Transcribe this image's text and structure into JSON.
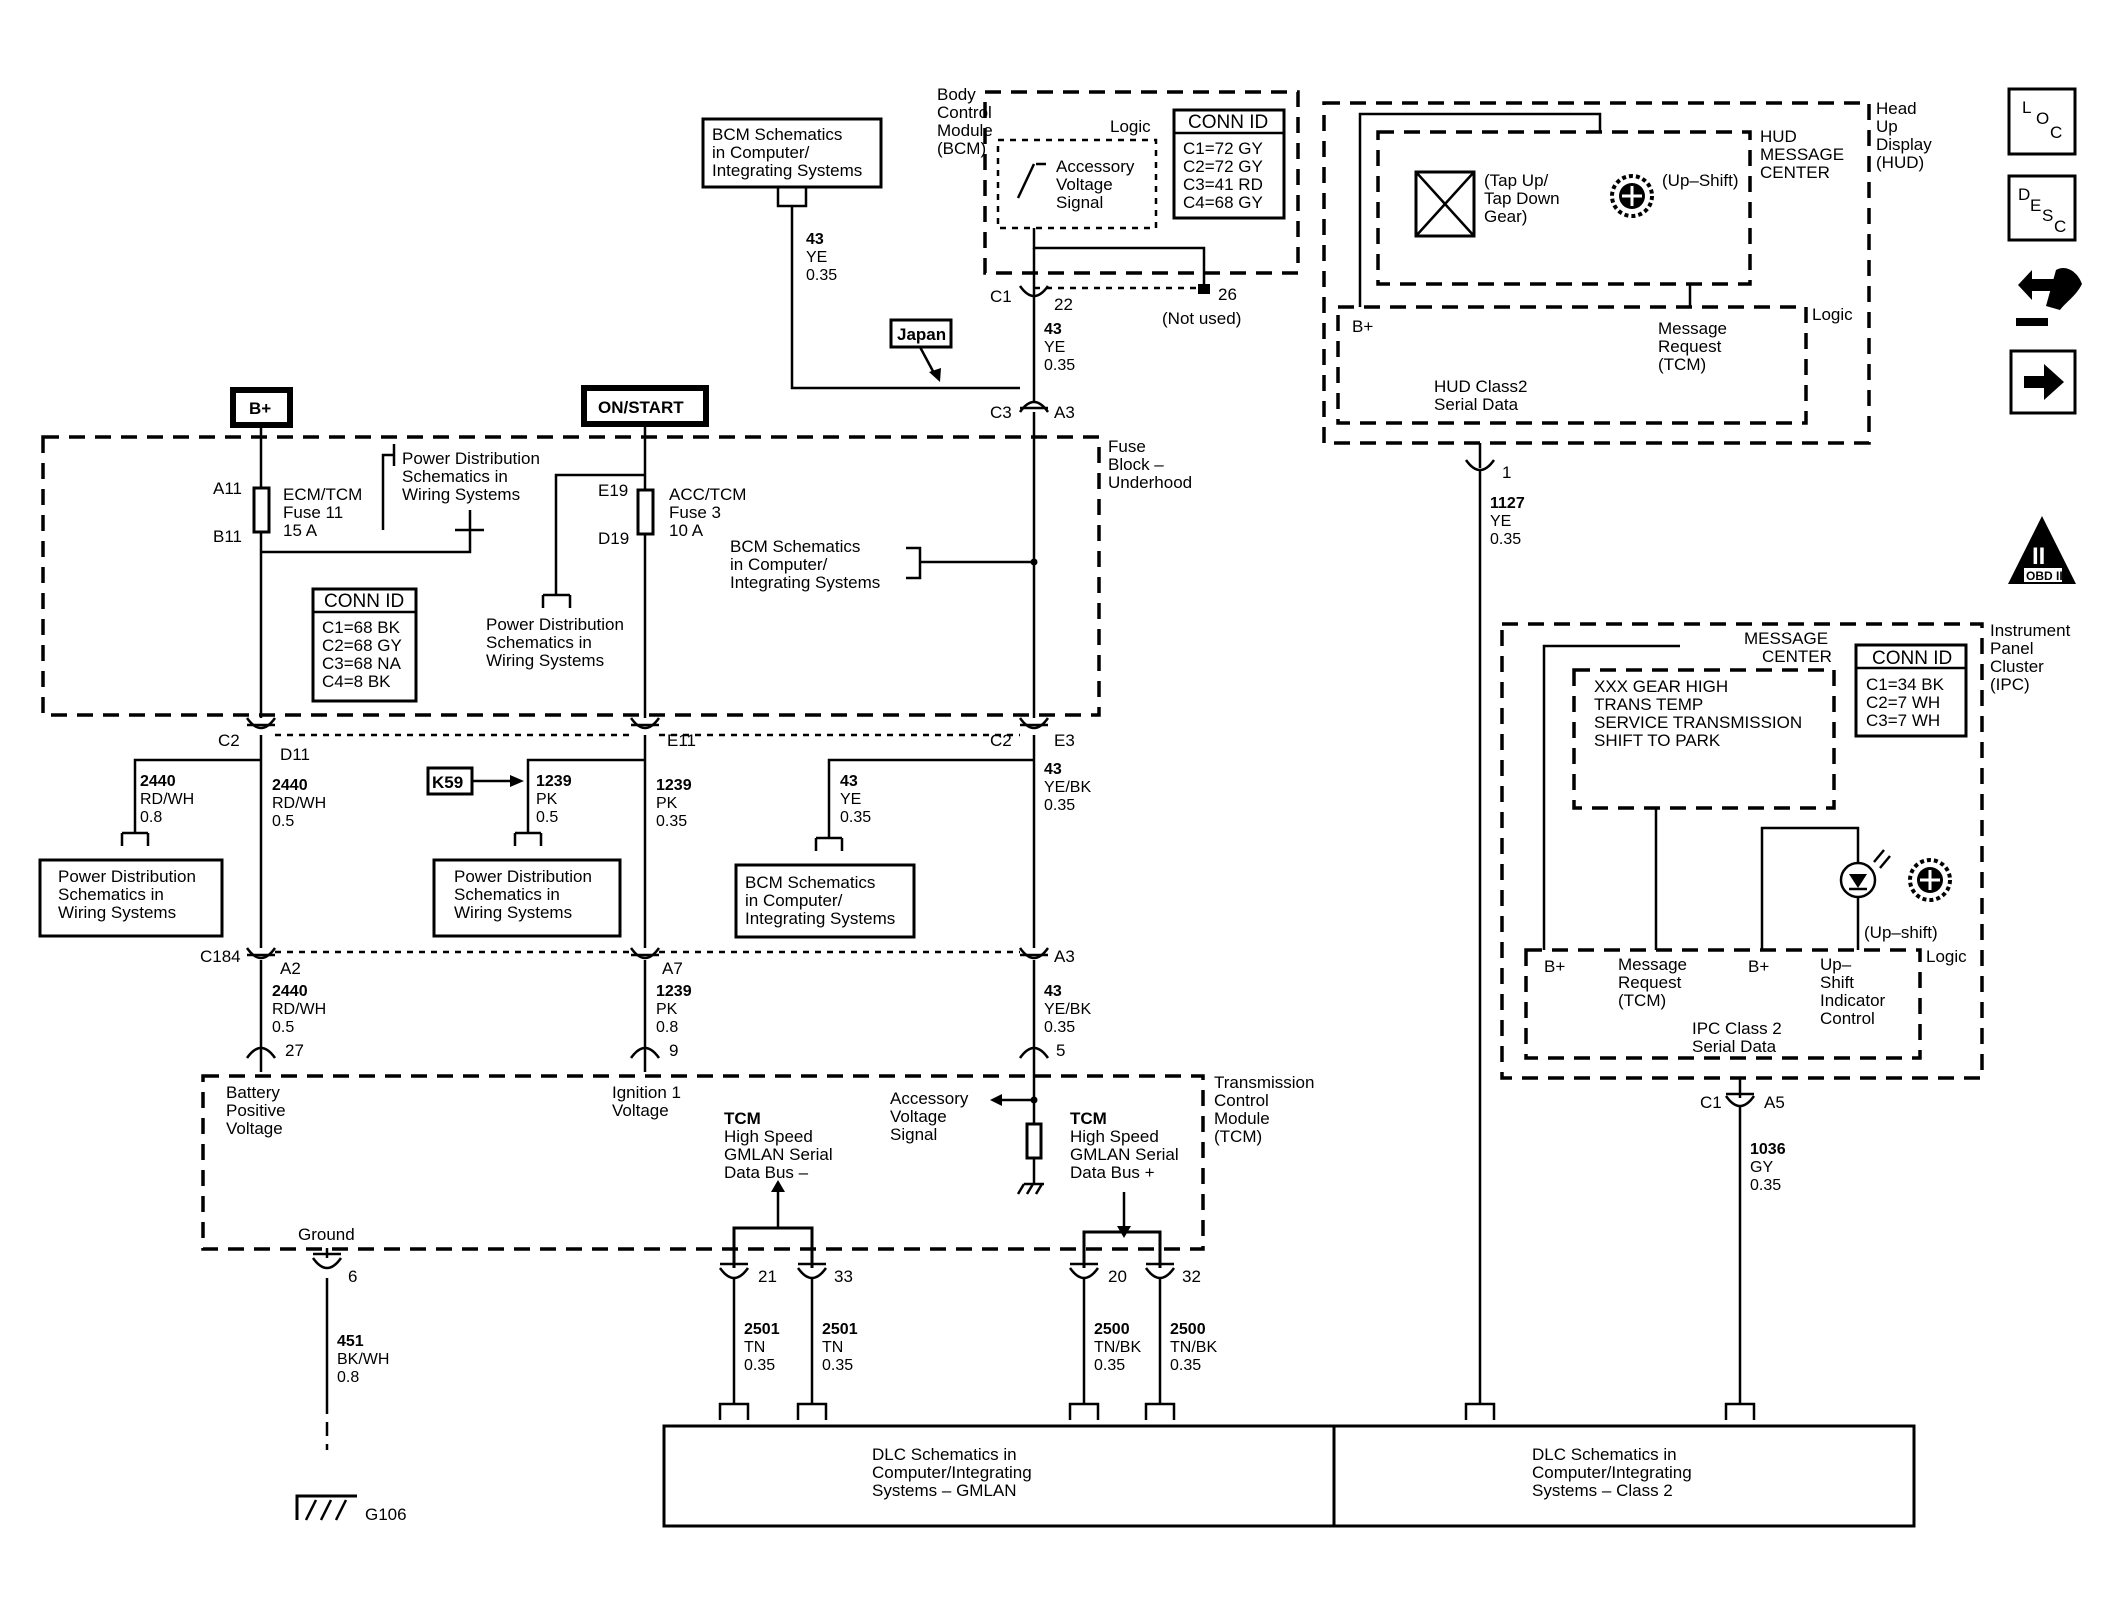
{
  "bcm_top": {
    "l1": "BCM Schematics",
    "l2": "in Computer/",
    "l3": "Integrating Systems"
  },
  "bcm_module": {
    "name": [
      "Body",
      "Control",
      "Module",
      "(BCM)"
    ],
    "logic": "Logic",
    "signal": [
      "Accessory",
      "Voltage",
      "Signal"
    ],
    "conn_title": "CONN ID",
    "conn": [
      "C1=72 GY",
      "C2=72 GY",
      "C3=41 RD",
      "C4=68 GY"
    ]
  },
  "wires": {
    "w43a": [
      "43",
      "YE",
      "0.35"
    ],
    "w43b": [
      "43",
      "YE",
      "0.35"
    ],
    "w43c": [
      "43",
      "YE",
      "0.35"
    ],
    "w43d": [
      "43",
      "YE/BK",
      "0.35"
    ],
    "w43e": [
      "43",
      "YE/BK",
      "0.35"
    ],
    "w2440a": [
      "2440",
      "RD/WH",
      "0.8"
    ],
    "w2440b": [
      "2440",
      "RD/WH",
      "0.5"
    ],
    "w2440c": [
      "2440",
      "RD/WH",
      "0.5"
    ],
    "w1239a": [
      "1239",
      "PK",
      "0.5"
    ],
    "w1239b": [
      "1239",
      "PK",
      "0.35"
    ],
    "w1239c": [
      "1239",
      "PK",
      "0.8"
    ],
    "w1127": [
      "1127",
      "YE",
      "0.35"
    ],
    "w1036": [
      "1036",
      "GY",
      "0.35"
    ],
    "w451": [
      "451",
      "BK/WH",
      "0.8"
    ],
    "w2501a": [
      "2501",
      "TN",
      "0.35"
    ],
    "w2501b": [
      "2501",
      "TN",
      "0.35"
    ],
    "w2500a": [
      "2500",
      "TN/BK",
      "0.35"
    ],
    "w2500b": [
      "2500",
      "TN/BK",
      "0.35"
    ]
  },
  "pins": {
    "c1": "C1",
    "p22": "22",
    "p26": "26",
    "not_used": "(Not used)",
    "c3": "C3",
    "a3": "A3",
    "a11": "A11",
    "b11": "B11",
    "e19": "E19",
    "d19": "D19",
    "c2a": "C2",
    "d11": "D11",
    "e11": "E11",
    "c2b": "C2",
    "e3": "E3",
    "c184": "C184",
    "a2": "A2",
    "a7": "A7",
    "a3b": "A3",
    "p27": "27",
    "p9": "9",
    "p5": "5",
    "p6": "6",
    "p21": "21",
    "p33": "33",
    "p20": "20",
    "p32": "32",
    "p1": "1",
    "c1b": "C1",
    "a5": "A5",
    "g106": "G106"
  },
  "japan": "Japan",
  "k59": "K59",
  "power": {
    "bplus": "B+",
    "onstart": "ON/START"
  },
  "fuse_block": {
    "name": [
      "Fuse",
      "Block –",
      "Underhood"
    ],
    "fuse1": [
      "ECM/TCM",
      "Fuse 11",
      "15 A"
    ],
    "fuse2": [
      "ACC/TCM",
      "Fuse 3",
      "10 A"
    ],
    "pd1": [
      "Power Distribution",
      "Schematics in",
      "Wiring Systems"
    ],
    "pd2": [
      "Power Distribution",
      "Schematics in",
      "Wiring Systems"
    ],
    "bcm": [
      "BCM Schematics",
      "in Computer/",
      "Integrating Systems"
    ],
    "conn_title": "CONN ID",
    "conn": [
      "C1=68 BK",
      "C2=68 GY",
      "C3=68 NA",
      "C4=8 BK"
    ]
  },
  "pd_left": [
    "Power Distribution",
    "Schematics in",
    "Wiring Systems"
  ],
  "pd_mid": [
    "Power Distribution",
    "Schematics in",
    "Wiring Systems"
  ],
  "bcm_mid": [
    "BCM Schematics",
    "in Computer/",
    "Integrating Systems"
  ],
  "tcm": {
    "name": [
      "Transmission",
      "Control",
      "Module",
      "(TCM)"
    ],
    "bpv": [
      "Battery",
      "Positive",
      "Voltage"
    ],
    "ign": [
      "Ignition 1",
      "Voltage"
    ],
    "acc": [
      "Accessory",
      "Voltage",
      "Signal"
    ],
    "hs_minus": [
      "TCM",
      "High Speed",
      "GMLAN Serial",
      "Data Bus –"
    ],
    "hs_plus": [
      "TCM",
      "High Speed",
      "GMLAN Serial",
      "Data Bus +"
    ],
    "ground": "Ground"
  },
  "hud": {
    "name": [
      "Head",
      "Up",
      "Display",
      "(HUD)"
    ],
    "msg_center": [
      "HUD",
      "MESSAGE",
      "CENTER"
    ],
    "tap": [
      "(Tap Up/",
      "Tap Down",
      "Gear)"
    ],
    "upshift": "(Up–Shift)",
    "logic": "Logic",
    "bplus": "B+",
    "msg_req": [
      "Message",
      "Request",
      "(TCM)"
    ],
    "serial": [
      "HUD Class2",
      "Serial Data"
    ]
  },
  "ipc": {
    "name": [
      "Instrument",
      "Panel",
      "Cluster",
      "(IPC)"
    ],
    "msg_center": [
      "MESSAGE",
      "CENTER"
    ],
    "messages": [
      "XXX GEAR HIGH",
      "TRANS TEMP",
      "SERVICE TRANSMISSION",
      "SHIFT TO PARK"
    ],
    "conn_title": "CONN ID",
    "conn": [
      "C1=34 BK",
      "C2=7 WH",
      "C3=7 WH"
    ],
    "upshift": "(Up–shift)",
    "logic": "Logic",
    "bplus1": "B+",
    "bplus2": "B+",
    "msg_req": [
      "Message",
      "Request",
      "(TCM)"
    ],
    "indicator": [
      "Up–",
      "Shift",
      "Indicator",
      "Control"
    ],
    "serial": [
      "IPC Class 2",
      "Serial Data"
    ]
  },
  "dlc": {
    "gmlan": [
      "DLC Schematics in",
      "Computer/Integrating",
      "Systems – GMLAN"
    ],
    "class2": [
      "DLC Schematics in",
      "Computer/Integrating",
      "Systems – Class 2"
    ]
  },
  "nav": {
    "loc": [
      "L",
      "O",
      "C"
    ],
    "desc": [
      "D",
      "E",
      "S",
      "C"
    ],
    "obd": [
      "II",
      "OBD II"
    ]
  }
}
